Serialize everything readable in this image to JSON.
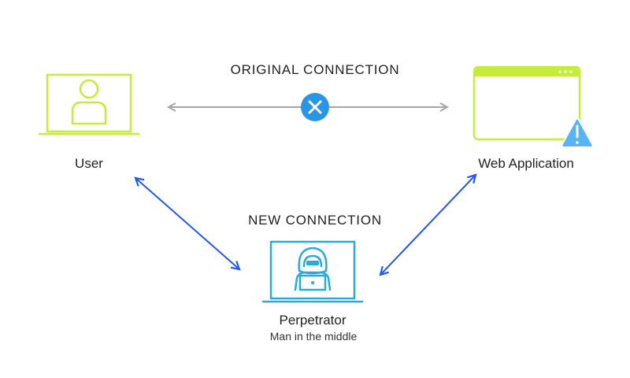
{
  "original_connection": {
    "label": "ORIGINAL CONNECTION"
  },
  "new_connection": {
    "label": "NEW CONNECTION"
  },
  "nodes": {
    "user": {
      "label": "User",
      "icon": "laptop-user-icon",
      "color": "#c6ec3b"
    },
    "web_app": {
      "label": "Web Application",
      "icon": "browser-window-icon",
      "warning_icon": "warning-triangle-icon",
      "color": "#c6ec3b"
    },
    "perpetrator": {
      "label": "Perpetrator",
      "sublabel": "Man in the middle",
      "icon": "laptop-hacker-icon",
      "color": "#29aadb"
    }
  },
  "colors": {
    "original_arrow": "#a6a6a6",
    "new_arrow": "#2457f0",
    "blocked_badge": "#2b95e5",
    "warning": "#58b4f2"
  }
}
